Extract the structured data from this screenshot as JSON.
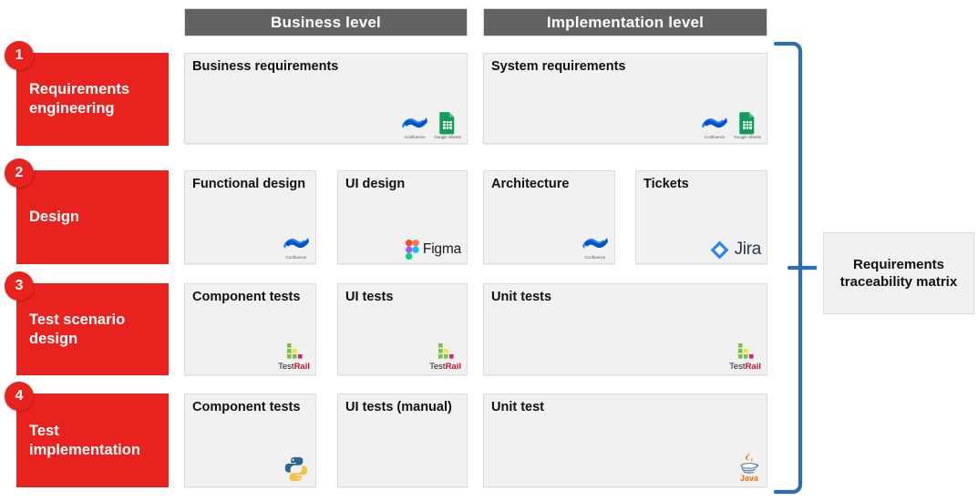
{
  "columns": [
    {
      "id": "business",
      "label": "Business level"
    },
    {
      "id": "implementation",
      "label": "Implementation level"
    }
  ],
  "phases": [
    {
      "number": "1",
      "label": "Requirements engineering"
    },
    {
      "number": "2",
      "label": "Design"
    },
    {
      "number": "3",
      "label": "Test scenario design"
    },
    {
      "number": "4",
      "label": "Test implementation"
    }
  ],
  "cards": [
    {
      "id": "business-requirements",
      "title": "Business requirements",
      "tools": [
        "confluence",
        "google-sheets"
      ]
    },
    {
      "id": "system-requirements",
      "title": "System requirements",
      "tools": [
        "confluence",
        "google-sheets"
      ]
    },
    {
      "id": "functional-design",
      "title": "Functional design",
      "tools": [
        "confluence"
      ]
    },
    {
      "id": "ui-design",
      "title": "UI design",
      "tools": [
        "figma"
      ]
    },
    {
      "id": "architecture",
      "title": "Architecture",
      "tools": [
        "confluence"
      ]
    },
    {
      "id": "tickets",
      "title": "Tickets",
      "tools": [
        "jira"
      ]
    },
    {
      "id": "component-tests-scn",
      "title": "Component tests",
      "tools": [
        "testrail"
      ]
    },
    {
      "id": "ui-tests",
      "title": "UI tests",
      "tools": [
        "testrail"
      ]
    },
    {
      "id": "unit-tests",
      "title": "Unit tests",
      "tools": [
        "testrail"
      ]
    },
    {
      "id": "component-tests-impl",
      "title": "Component tests",
      "tools": [
        "python"
      ]
    },
    {
      "id": "ui-tests-manual",
      "title": "UI tests (manual)",
      "tools": []
    },
    {
      "id": "unit-test",
      "title": "Unit test",
      "tools": [
        "java"
      ]
    }
  ],
  "tool_captions": {
    "confluence": "Confluence",
    "google_sheets": "Google Sheets",
    "figma": "Figma",
    "jira": "Jira",
    "testrail_prefix": "Test",
    "testrail_suffix": "Rail",
    "java": "Java"
  },
  "outcome": {
    "label": "Requirements traceability matrix"
  },
  "colors": {
    "phase_red": "#e8221e",
    "header_gray": "#636363",
    "card_gray": "#f1f1f1",
    "bracket_blue": "#2e6db4",
    "confluence_blue": "#2684ff",
    "sheets_green": "#0f9d58",
    "jira_blue": "#2684ff",
    "java_orange": "#e76f00"
  }
}
